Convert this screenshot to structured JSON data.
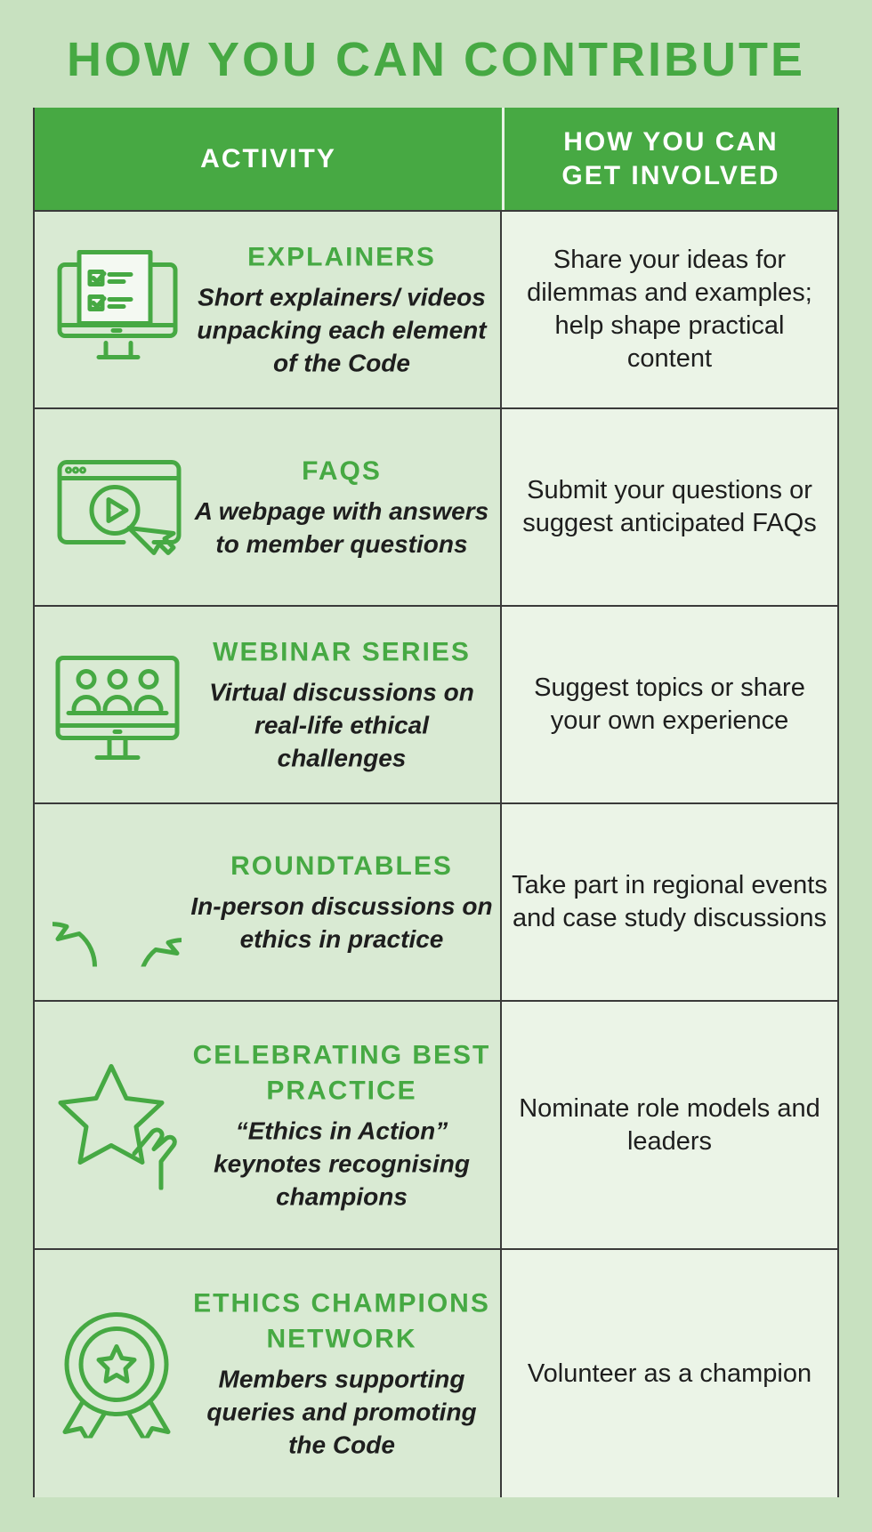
{
  "title": "HOW YOU CAN CONTRIBUTE",
  "headers": {
    "activity": "ACTIVITY",
    "involved": "HOW YOU CAN GET INVOLVED"
  },
  "rows": [
    {
      "icon": "monitor-checklist-icon",
      "name": "EXPLAINERS",
      "description": "Short explainers/ videos unpacking each element of the Code",
      "involve": "Share your ideas for dilemmas and examples; help shape practical content"
    },
    {
      "icon": "browser-play-icon",
      "name": "FAQS",
      "description": "A webpage with answers to member questions",
      "involve": "Submit your questions or suggest anticipated FAQs"
    },
    {
      "icon": "monitor-group-icon",
      "name": "WEBINAR SERIES",
      "description": "Virtual discussions on real-life ethical challenges",
      "involve": "Suggest topics or share your own experience"
    },
    {
      "icon": "speech-bubbles-icon",
      "name": "ROUNDTABLES",
      "description": "In-person discussions on ethics in practice",
      "involve": "Take part in regional events and case study discussions"
    },
    {
      "icon": "hand-star-icon",
      "name": "CELEBRATING BEST PRACTICE",
      "description": "“Ethics in Action” keynotes recognising champions",
      "involve": "Nominate role models and leaders"
    },
    {
      "icon": "award-badge-icon",
      "name": "ETHICS CHAMPIONS NETWORK",
      "description": "Members supporting queries and promoting the Code",
      "involve": "Volunteer as a champion"
    }
  ]
}
